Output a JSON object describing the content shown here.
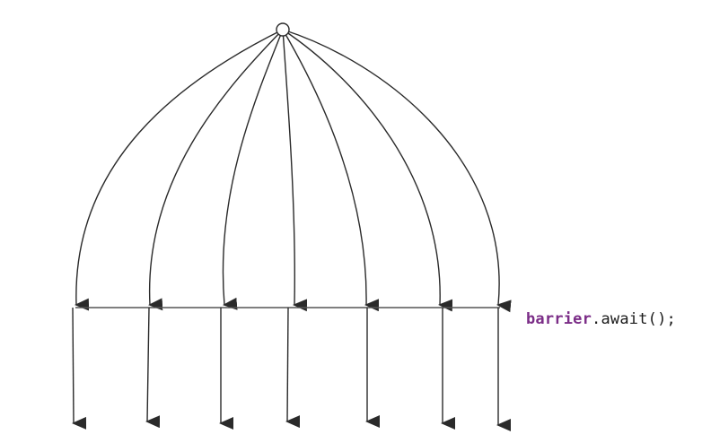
{
  "code": {
    "object": "barrier",
    "call": ".await();",
    "object_color": "#7b2d87",
    "call_color": "#1a1a1a"
  },
  "diagram": {
    "thread_count": 7,
    "line_color": "#2a2a2a",
    "origin_fill": "#ffffff"
  }
}
